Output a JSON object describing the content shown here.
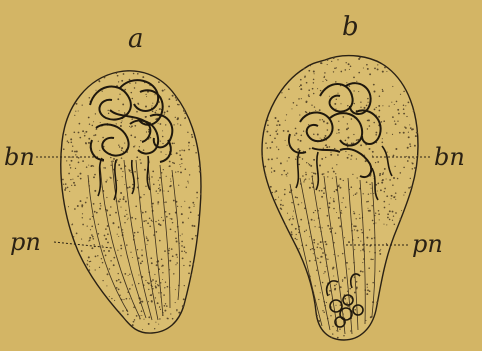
{
  "figure": {
    "panels": [
      {
        "id": "a",
        "label": "a"
      },
      {
        "id": "b",
        "label": "b"
      }
    ],
    "annotations": {
      "a_bn": "bn",
      "a_pn": "pn",
      "b_bn": "bn",
      "b_pn": "pn"
    },
    "colors": {
      "paper": "#d3b565",
      "ink": "#2a2114",
      "stipple": "#5b4a2c"
    }
  }
}
